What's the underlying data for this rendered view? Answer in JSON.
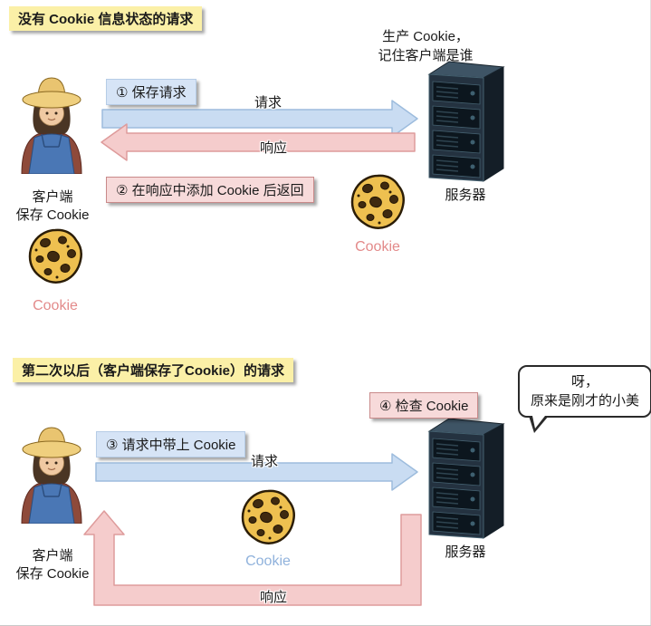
{
  "section1": {
    "title": "没有 Cookie 信息状态的请求",
    "server_note": {
      "line1": "生产 Cookie，",
      "line2": "记住客户端是谁"
    },
    "step1": "① 保存请求",
    "request": "请求",
    "response": "响应",
    "step2": "② 在响应中添加 Cookie 后返回",
    "client_caption": {
      "line1": "客户端",
      "line2": "保存 Cookie"
    },
    "server_caption": "服务器",
    "cookie_near_server": "Cookie",
    "cookie_near_client": "Cookie"
  },
  "section2": {
    "title": "第二次以后（客户端保存了Cookie）的请求",
    "step3": "③ 请求中带上 Cookie",
    "step4": "④ 检查 Cookie",
    "request": "请求",
    "response": "响应",
    "bubble": {
      "line1": "呀，",
      "line2": "原来是刚才的小美"
    },
    "client_caption": {
      "line1": "客户端",
      "line2": "保存 Cookie"
    },
    "server_caption": "服务器",
    "cookie_center": "Cookie"
  },
  "colors": {
    "title_bg": "#FBF0A7",
    "request_arrow_fill": "#C9DCF2",
    "request_arrow_edge": "#9DBCDD",
    "response_arrow_fill": "#F5CCCC",
    "response_arrow_edge": "#DE9B9B",
    "cookie_text_pink": "#E38A8A",
    "cookie_text_blue": "#90B2DC"
  }
}
